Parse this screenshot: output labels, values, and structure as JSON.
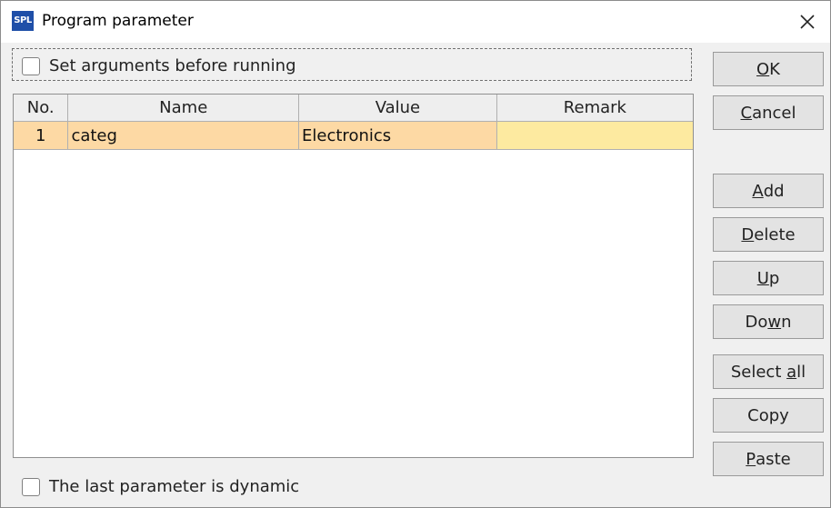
{
  "window": {
    "title": "Program parameter",
    "icon": "SPL"
  },
  "options": {
    "set_args_label": "Set arguments before running",
    "set_args_checked": false,
    "dynamic_label": "The last parameter is dynamic",
    "dynamic_checked": false
  },
  "table": {
    "columns": [
      "No.",
      "Name",
      "Value",
      "Remark"
    ],
    "rows": [
      {
        "no": "1",
        "name": "categ",
        "value": "Electronics",
        "remark": ""
      }
    ]
  },
  "buttons": {
    "ok": {
      "pre": "",
      "mnemonic": "O",
      "post": "K"
    },
    "cancel": {
      "pre": "",
      "mnemonic": "C",
      "post": "ancel"
    },
    "add": {
      "pre": "",
      "mnemonic": "A",
      "post": "dd"
    },
    "delete": {
      "pre": "",
      "mnemonic": "D",
      "post": "elete"
    },
    "up": {
      "pre": "",
      "mnemonic": "U",
      "post": "p"
    },
    "down": {
      "pre": "Do",
      "mnemonic": "w",
      "post": "n"
    },
    "select_all": {
      "pre": "Select ",
      "mnemonic": "a",
      "post": "ll"
    },
    "copy": {
      "pre": "Copy",
      "mnemonic": "",
      "post": ""
    },
    "paste": {
      "pre": "",
      "mnemonic": "P",
      "post": "aste"
    }
  },
  "colors": {
    "row_fill": "#fdd9a4",
    "remark_fill": "#fdeaa0"
  }
}
